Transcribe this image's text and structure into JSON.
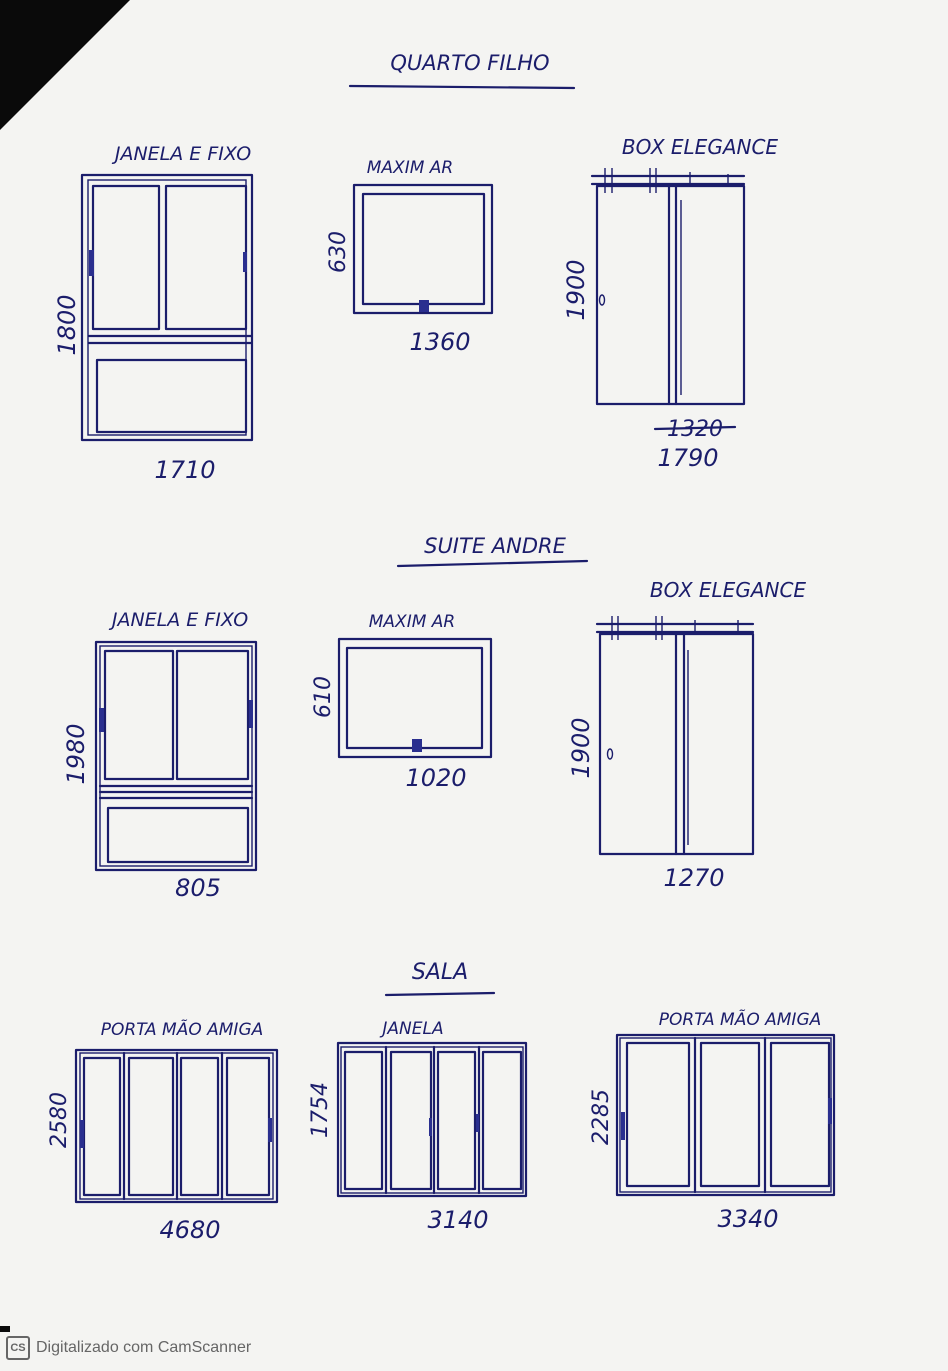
{
  "sections": [
    {
      "title": "QUARTO FILHO",
      "items": [
        {
          "label": "JANELA E FIXO",
          "width": "1710",
          "height": "1800"
        },
        {
          "label": "MAXIM AR",
          "width": "1360",
          "height": "630"
        },
        {
          "label": "BOX ELEGANCE",
          "width_struck": "1320",
          "width": "1790",
          "height": "1900"
        }
      ]
    },
    {
      "title": "SUITE ANDRE",
      "items": [
        {
          "label": "JANELA E FIXO",
          "width": "805",
          "height": "1980"
        },
        {
          "label": "MAXIM AR",
          "width": "1020",
          "height": "610"
        },
        {
          "label": "BOX ELEGANCE",
          "width": "1270",
          "height": "1900"
        }
      ]
    },
    {
      "title": "SALA",
      "items": [
        {
          "label": "PORTA MÃO AMIGA",
          "width": "4680",
          "height": "2580"
        },
        {
          "label": "JANELA",
          "width": "3140",
          "height": "1754"
        },
        {
          "label": "PORTA MÃO AMIGA",
          "width": "3340",
          "height": "2285"
        }
      ]
    }
  ],
  "footer": {
    "logo": "CS",
    "text": "Digitalizado com CamScanner"
  }
}
